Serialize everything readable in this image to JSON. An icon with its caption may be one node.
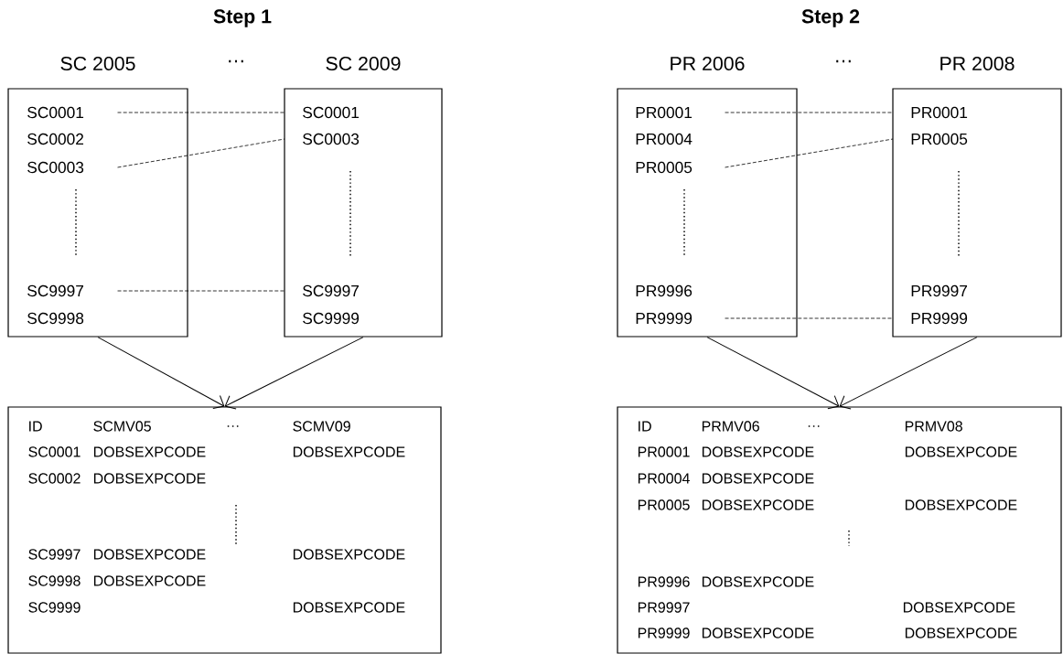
{
  "diagram": {
    "nodes": [
      {
        "text": [
          "SC 2005"
        ]
      },
      {
        "text": [
          "SC0001"
        ],
        "in": 0
      },
      {
        "text": [
          "SC0002"
        ],
        "in": 0
      },
      {
        "text": [
          "SC0003"
        ],
        "in": 0
      },
      {
        "text": [
          "SC9997"
        ],
        "in": 0
      },
      {
        "text": [
          "SC9998"
        ],
        "in": 0
      },
      {
        "text": [
          "SC 2009"
        ]
      },
      {
        "text": [
          "SC0001"
        ],
        "in": 6
      },
      {
        "text": [
          "SC0003"
        ],
        "in": 6
      },
      {
        "text": [
          "SC9997"
        ],
        "in": 6
      },
      {
        "text": [
          "SC9999"
        ],
        "in": 6
      },
      {
        "text": [],
        "shape": "box"
      },
      {
        "text": [
          "PR 2006"
        ]
      },
      {
        "text": [
          "PR0001"
        ],
        "in": 12
      },
      {
        "text": [
          "PR0004"
        ],
        "in": 12
      },
      {
        "text": [
          "PR0005"
        ],
        "in": 12
      },
      {
        "text": [
          "PR9996"
        ],
        "in": 12
      },
      {
        "text": [
          "PR9999"
        ],
        "in": 12
      },
      {
        "text": [
          "PR 2008"
        ]
      },
      {
        "text": [
          "PR0001"
        ],
        "in": 18
      },
      {
        "text": [
          "PR0005"
        ],
        "in": 18
      },
      {
        "text": [
          "PR9997"
        ],
        "in": 18
      },
      {
        "text": [
          "PR9999"
        ],
        "in": 18
      },
      {
        "text": [],
        "shape": "box"
      }
    ],
    "edges": [
      {
        "from": 1,
        "to": 7,
        "arrow": "none",
        "style": "dashed"
      },
      {
        "from": 3,
        "to": 8,
        "arrow": "none",
        "style": "dashed"
      },
      {
        "from": 4,
        "to": 9,
        "arrow": "none",
        "style": "dashed"
      },
      {
        "from": 0,
        "to": 11,
        "arrow": "to"
      },
      {
        "from": 6,
        "to": 11,
        "arrow": "to"
      },
      {
        "from": 13,
        "to": 19,
        "arrow": "none",
        "style": "dashed"
      },
      {
        "from": 15,
        "to": 20,
        "arrow": "none",
        "style": "dashed"
      },
      {
        "from": 17,
        "to": 22,
        "arrow": "none",
        "style": "dashed"
      },
      {
        "from": 12,
        "to": 23,
        "arrow": "to"
      },
      {
        "from": 18,
        "to": 23,
        "arrow": "to"
      }
    ],
    "labels": [
      "Step 1",
      "…",
      "Step 2",
      "…",
      "ID",
      "SCMV05",
      "…",
      "SCMV09",
      "SC0001",
      "DOBSEXPCODE",
      "DOBSEXPCODE",
      "SC0002",
      "DOBSEXPCODE",
      "SC9997",
      "DOBSEXPCODE",
      "DOBSEXPCODE",
      "SC9998",
      "DOBSEXPCODE",
      "SC9999",
      "DOBSEXPCODE",
      "ID",
      "PRMV06",
      "…",
      "PRMV08",
      "PR0001",
      "DOBSEXPCODE",
      "DOBSEXPCODE",
      "PR0004",
      "DOBSEXPCODE",
      "PR0005",
      "DOBSEXPCODE",
      "DOBSEXPCODE",
      "PR9996",
      "DOBSEXPCODE",
      "PR9997",
      "DOBSEXPCODE",
      "PR9999",
      "DOBSEXPCODE",
      "DOBSEXPCODE"
    ]
  }
}
